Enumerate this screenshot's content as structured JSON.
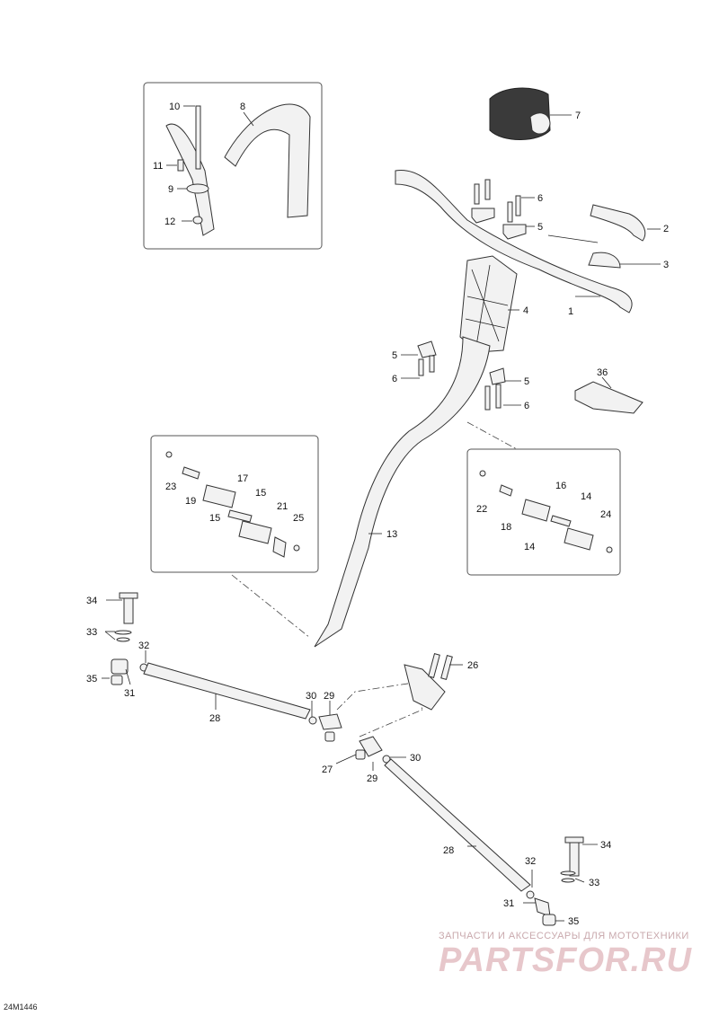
{
  "diagram": {
    "document_code": "24M1446",
    "watermark": {
      "caption": "ЗАПЧАСТИ И АКСЕССУАРЫ ДЛЯ МОТОТЕХНИКИ",
      "logo": "PARTSFOR.RU"
    },
    "labels": {
      "p1": "1",
      "p2": "2",
      "p3": "3",
      "p4": "4",
      "p5a": "5",
      "p5b": "5",
      "p5c": "5",
      "p6a": "6",
      "p6b": "6",
      "p6c": "6",
      "p7": "7",
      "p8": "8",
      "p9": "9",
      "p10": "10",
      "p11": "11",
      "p12": "12",
      "p13": "13",
      "p14a": "14",
      "p14b": "14",
      "p15a": "15",
      "p15b": "15",
      "p16": "16",
      "p17": "17",
      "p18": "18",
      "p19": "19",
      "p21": "21",
      "p22": "22",
      "p23": "23",
      "p24": "24",
      "p25": "25",
      "p26": "26",
      "p27": "27",
      "p28a": "28",
      "p28b": "28",
      "p29a": "29",
      "p29b": "29",
      "p30a": "30",
      "p30b": "30",
      "p31a": "31",
      "p31b": "31",
      "p32a": "32",
      "p32b": "32",
      "p33a": "33",
      "p33b": "33",
      "p34a": "34",
      "p34b": "34",
      "p35a": "35",
      "p35b": "35",
      "p36": "36"
    }
  }
}
